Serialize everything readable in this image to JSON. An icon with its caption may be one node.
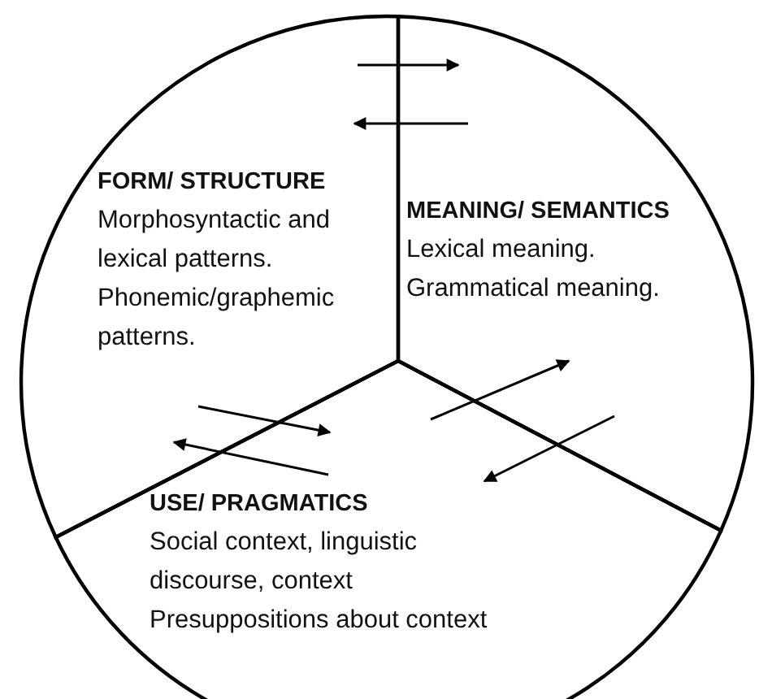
{
  "diagram": {
    "nodes": [
      {
        "text": [
          "FORM/ STRUCTURE",
          "Morphosyntactic and lexical patterns.",
          "Phonemic/graphemic patterns."
        ]
      },
      {
        "text": [
          "MEANING/ SEMANTICS",
          "Lexical meaning.",
          "Grammatical meaning."
        ]
      },
      {
        "text": [
          "USE/ PRAGMATICS",
          "Social context, linguistic discourse, context",
          "Presuppositions about context"
        ]
      }
    ],
    "edges": [
      {
        "from": 0,
        "to": 1,
        "arrow": "to"
      },
      {
        "from": 1,
        "to": 0,
        "arrow": "to"
      },
      {
        "from": 0,
        "to": 2,
        "arrow": "to"
      },
      {
        "from": 2,
        "to": 0,
        "arrow": "to"
      },
      {
        "from": 2,
        "to": 1,
        "arrow": "to"
      },
      {
        "from": 1,
        "to": 2,
        "arrow": "to"
      }
    ]
  }
}
